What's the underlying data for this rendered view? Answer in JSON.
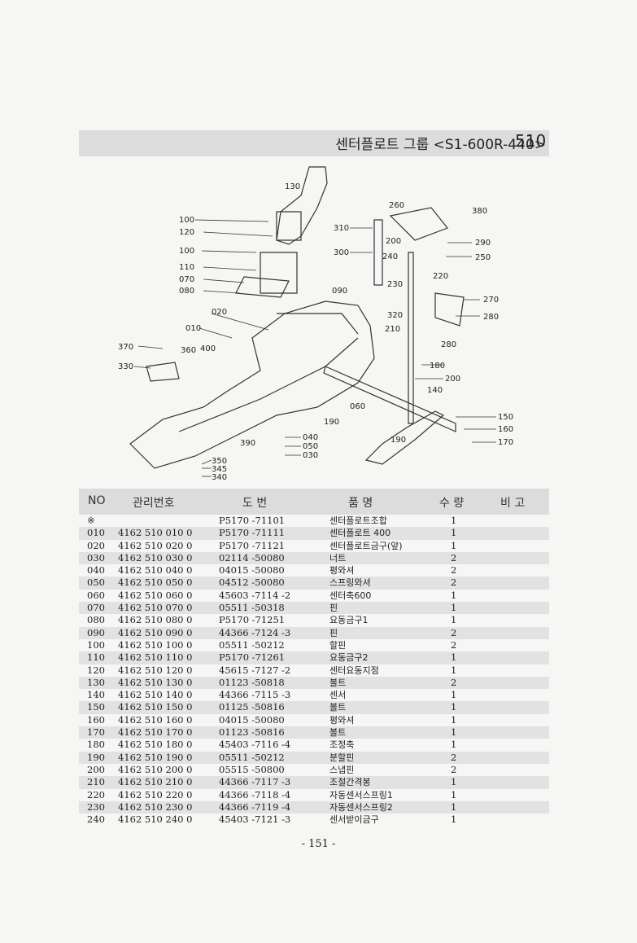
{
  "header": {
    "title": "센터플로트 그룹 <S1-600R-440>",
    "page_code": "510"
  },
  "columns": {
    "no": "NO",
    "mgmt": "관리번호",
    "drawing": "도   번",
    "name": "품   명",
    "qty": "수 량",
    "remarks": "비 고"
  },
  "callouts": [
    "130",
    "100",
    "120",
    "100",
    "110",
    "070",
    "080",
    "020",
    "010",
    "400",
    "370",
    "360",
    "330",
    "390",
    "350",
    "345",
    "340",
    "040",
    "050",
    "030",
    "190",
    "060",
    "310",
    "260",
    "200",
    "380",
    "290",
    "250",
    "300",
    "240",
    "220",
    "230",
    "320",
    "210",
    "270",
    "280",
    "280",
    "180",
    "200",
    "140",
    "150",
    "160",
    "170",
    "190",
    "090"
  ],
  "parts": [
    {
      "no": "※",
      "mgmt": "",
      "drawing": "P5170 -71101",
      "name": "센터플로트조합",
      "qty": "1",
      "remarks": ""
    },
    {
      "no": "010",
      "mgmt": "4162 510 010 0",
      "drawing": "P5170 -71111",
      "name": "센터플로트 400",
      "qty": "1",
      "remarks": ""
    },
    {
      "no": "020",
      "mgmt": "4162 510 020 0",
      "drawing": "P5170 -71121",
      "name": "센터플로트금구(앞)",
      "qty": "1",
      "remarks": ""
    },
    {
      "no": "030",
      "mgmt": "4162 510 030 0",
      "drawing": "02114 -50080",
      "name": "너트",
      "qty": "2",
      "remarks": ""
    },
    {
      "no": "040",
      "mgmt": "4162 510 040 0",
      "drawing": "04015 -50080",
      "name": "평와셔",
      "qty": "2",
      "remarks": ""
    },
    {
      "no": "050",
      "mgmt": "4162 510 050 0",
      "drawing": "04512 -50080",
      "name": "스프링와셔",
      "qty": "2",
      "remarks": ""
    },
    {
      "no": "060",
      "mgmt": "4162 510 060 0",
      "drawing": "45603 -7114 -2",
      "name": "센터축600",
      "qty": "1",
      "remarks": ""
    },
    {
      "no": "070",
      "mgmt": "4162 510 070 0",
      "drawing": "05511 -50318",
      "name": "핀",
      "qty": "1",
      "remarks": ""
    },
    {
      "no": "080",
      "mgmt": "4162 510 080 0",
      "drawing": "P5170 -71251",
      "name": "요동금구1",
      "qty": "1",
      "remarks": ""
    },
    {
      "no": "090",
      "mgmt": "4162 510 090 0",
      "drawing": "44366 -7124 -3",
      "name": "핀",
      "qty": "2",
      "remarks": ""
    },
    {
      "no": "100",
      "mgmt": "4162 510 100 0",
      "drawing": "05511 -50212",
      "name": "할핀",
      "qty": "2",
      "remarks": ""
    },
    {
      "no": "110",
      "mgmt": "4162 510 110 0",
      "drawing": "P5170 -71261",
      "name": "요동금구2",
      "qty": "1",
      "remarks": ""
    },
    {
      "no": "120",
      "mgmt": "4162 510 120 0",
      "drawing": "45615 -7127 -2",
      "name": "센터요동지점",
      "qty": "1",
      "remarks": ""
    },
    {
      "no": "130",
      "mgmt": "4162 510 130 0",
      "drawing": "01123 -50818",
      "name": "볼트",
      "qty": "2",
      "remarks": ""
    },
    {
      "no": "140",
      "mgmt": "4162 510 140 0",
      "drawing": "44366 -7115 -3",
      "name": "센서",
      "qty": "1",
      "remarks": ""
    },
    {
      "no": "150",
      "mgmt": "4162 510 150 0",
      "drawing": "01125 -50816",
      "name": "볼트",
      "qty": "1",
      "remarks": ""
    },
    {
      "no": "160",
      "mgmt": "4162 510 160 0",
      "drawing": "04015 -50080",
      "name": "평와셔",
      "qty": "1",
      "remarks": ""
    },
    {
      "no": "170",
      "mgmt": "4162 510 170 0",
      "drawing": "01123 -50816",
      "name": "볼트",
      "qty": "1",
      "remarks": ""
    },
    {
      "no": "180",
      "mgmt": "4162 510 180 0",
      "drawing": "45403 -7116 -4",
      "name": "조정축",
      "qty": "1",
      "remarks": ""
    },
    {
      "no": "190",
      "mgmt": "4162 510 190 0",
      "drawing": "05511 -50212",
      "name": "분할핀",
      "qty": "2",
      "remarks": ""
    },
    {
      "no": "200",
      "mgmt": "4162 510 200 0",
      "drawing": "05515 -50800",
      "name": "스냅핀",
      "qty": "2",
      "remarks": ""
    },
    {
      "no": "210",
      "mgmt": "4162 510 210 0",
      "drawing": "44366 -7117 -3",
      "name": "조절간격봉",
      "qty": "1",
      "remarks": ""
    },
    {
      "no": "220",
      "mgmt": "4162 510 220 0",
      "drawing": "44366 -7118 -4",
      "name": "자동센서스프링1",
      "qty": "1",
      "remarks": ""
    },
    {
      "no": "230",
      "mgmt": "4162 510 230 0",
      "drawing": "44366 -7119 -4",
      "name": "자동센서스프링2",
      "qty": "1",
      "remarks": ""
    },
    {
      "no": "240",
      "mgmt": "4162 510 240 0",
      "drawing": "45403 -7121 -3",
      "name": "센서받이금구",
      "qty": "1",
      "remarks": ""
    }
  ],
  "footer": {
    "page_number": "- 151 -"
  }
}
